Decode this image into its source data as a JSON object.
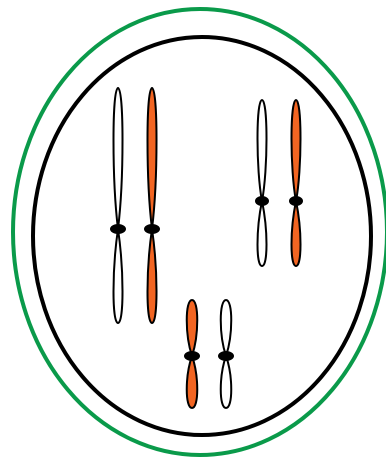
{
  "colors": {
    "background": "#ffffff",
    "cell_membrane": "#0a9a4a",
    "nuclear_envelope": "#000000",
    "chromatid_light": "#ffffff",
    "chromatid_dark": "#f26522",
    "outline": "#000000",
    "centromere": "#000000"
  },
  "chromosome_pairs": [
    {
      "id": "long-pair",
      "chromosomes": [
        {
          "id": "long-light",
          "fill": "light"
        },
        {
          "id": "long-dark",
          "fill": "dark"
        }
      ]
    },
    {
      "id": "medium-pair",
      "chromosomes": [
        {
          "id": "medium-light",
          "fill": "light"
        },
        {
          "id": "medium-dark",
          "fill": "dark"
        }
      ]
    },
    {
      "id": "short-pair",
      "chromosomes": [
        {
          "id": "short-dark",
          "fill": "dark"
        },
        {
          "id": "short-light",
          "fill": "light"
        }
      ]
    }
  ]
}
